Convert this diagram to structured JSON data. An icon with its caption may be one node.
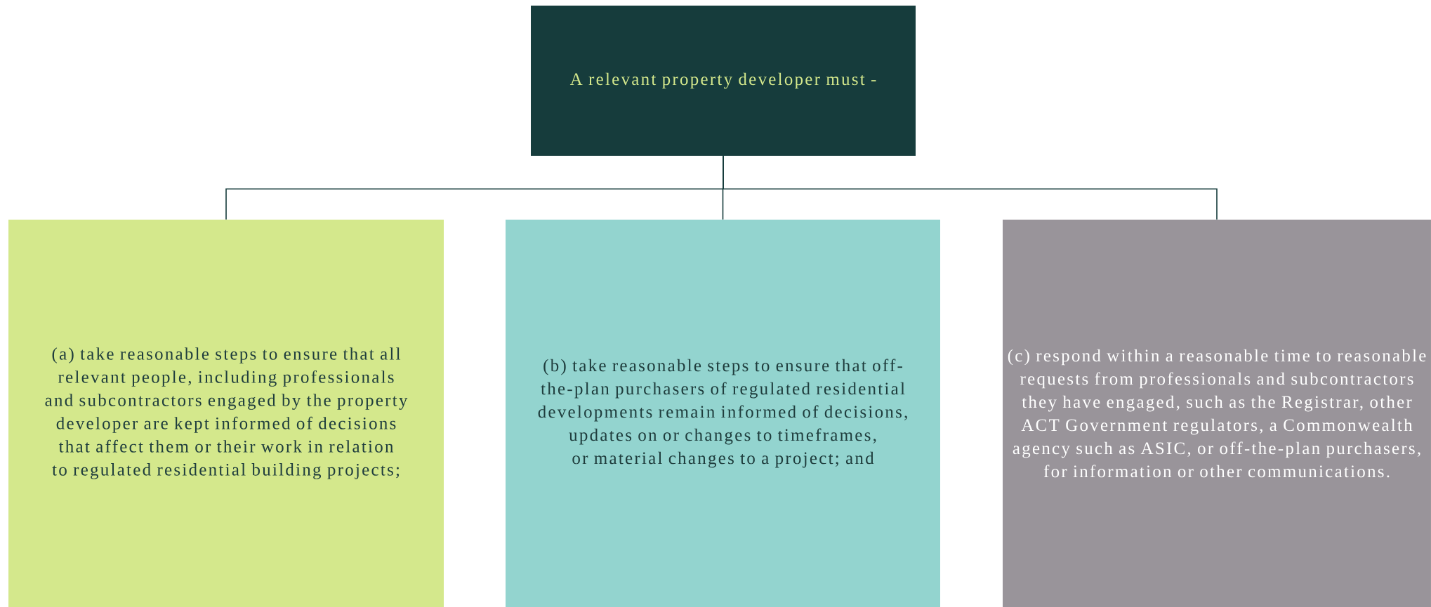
{
  "diagram": {
    "nodes": [
      {
        "text": [
          "A relevant property developer must -"
        ]
      },
      {
        "text": [
          "(a) take reasonable steps to ensure that all relevant people, including professionals and subcontractors engaged by the property developer are kept informed of decisions that affect them or their work in relation to regulated residential building projects;"
        ]
      },
      {
        "text": [
          "(b) take reasonable steps to ensure that off-the-plan purchasers of regulated residential developments remain informed of decisions, updates on or changes to timeframes, or material changes to a project; and"
        ]
      },
      {
        "text": [
          "(c) respond within a reasonable time to reasonable requests from professionals and subcontractors they have engaged, such as the Registrar, other ACT Government regulators, a Commonwealth agency such as ASIC, or off-the-plan purchasers, for information or other communications."
        ]
      }
    ],
    "edges": [
      {
        "from": 0,
        "to": 1,
        "arrow": "none"
      },
      {
        "from": 0,
        "to": 2,
        "arrow": "none"
      },
      {
        "from": 0,
        "to": 3,
        "arrow": "none"
      }
    ]
  }
}
